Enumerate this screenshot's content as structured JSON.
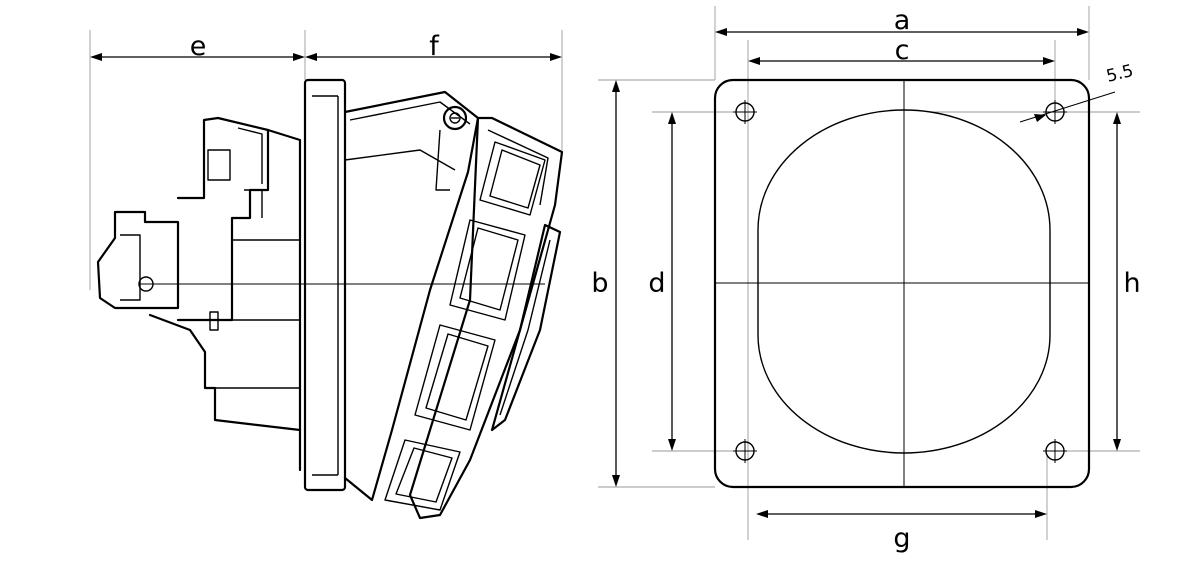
{
  "labels": {
    "a": "a",
    "b": "b",
    "c": "c",
    "d": "d",
    "e": "e",
    "f": "f",
    "g": "g",
    "h": "h",
    "hole": "5.5"
  }
}
